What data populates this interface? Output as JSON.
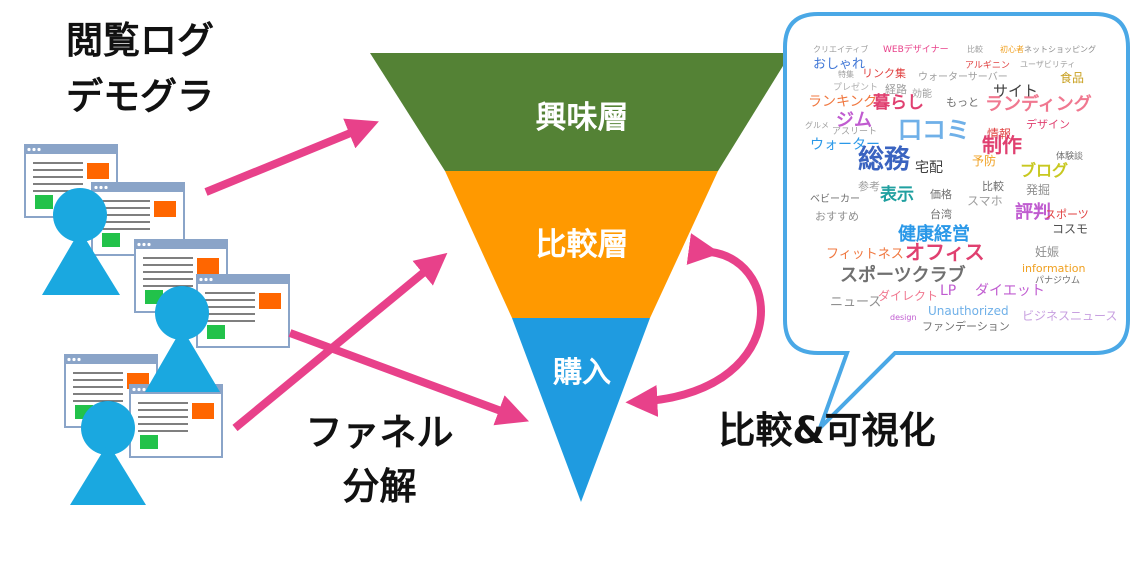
{
  "labels": {
    "top_left_line1": "閲覧ログ",
    "top_left_line2": "デモグラ",
    "funnel_decomp_line1": "ファネル",
    "funnel_decomp_line2": "分解",
    "compare_visualize": "比較&可視化"
  },
  "funnel": {
    "layers": [
      {
        "label": "興味層",
        "color": "#548235"
      },
      {
        "label": "比較層",
        "color": "#ff9900"
      },
      {
        "label": "購入",
        "color": "#1f9be0"
      }
    ]
  },
  "colors": {
    "arrow": "#e8418a",
    "cloud_border": "#4aa8e6",
    "user_icon": "#1aa8e0",
    "window_green": "#22c24a",
    "window_orange": "#ff6600",
    "window_titlebar": "#8aa4c8"
  },
  "word_cloud": {
    "words": [
      {
        "text": "クリエイティブ",
        "c": "#9e9e9e",
        "s": 8
      },
      {
        "text": "WEBデザイナー",
        "c": "#e8418a",
        "s": 9
      },
      {
        "text": "比較",
        "c": "#9e9e9e",
        "s": 8
      },
      {
        "text": "初心者",
        "c": "#f0a020",
        "s": 8
      },
      {
        "text": "ネットショッピング",
        "c": "#8a8a8a",
        "s": 8
      },
      {
        "text": "おしゃれ",
        "c": "#3f76d6",
        "s": 13
      },
      {
        "text": "アルギニン",
        "c": "#e04040",
        "s": 9
      },
      {
        "text": "ユーザビリティ",
        "c": "#9e9e9e",
        "s": 8
      },
      {
        "text": "リンク集",
        "c": "#e04040",
        "s": 11
      },
      {
        "text": "特集",
        "c": "#9e9e9e",
        "s": 8
      },
      {
        "text": "ウォーターサーバー",
        "c": "#9e9e9e",
        "s": 10
      },
      {
        "text": "食品",
        "c": "#c8a020",
        "s": 12
      },
      {
        "text": "プレゼント",
        "c": "#b0b0b0",
        "s": 9
      },
      {
        "text": "経路",
        "c": "#9e9e9e",
        "s": 11
      },
      {
        "text": "ランキング",
        "c": "#f07840",
        "s": 14
      },
      {
        "text": "暮らし",
        "c": "#e04070",
        "s": 17
      },
      {
        "text": "効能",
        "c": "#9e9e9e",
        "s": 10
      },
      {
        "text": "もっと",
        "c": "#707070",
        "s": 11
      },
      {
        "text": "サイト",
        "c": "#404040",
        "s": 15
      },
      {
        "text": "ジム",
        "c": "#c05cd0",
        "s": 18
      },
      {
        "text": "ランディング",
        "c": "#f07890",
        "s": 18
      },
      {
        "text": "グルメ",
        "c": "#9e9e9e",
        "s": 8
      },
      {
        "text": "アスリート",
        "c": "#9e9e9e",
        "s": 9
      },
      {
        "text": "口コミ",
        "c": "#6fb0e8",
        "s": 24
      },
      {
        "text": "情報",
        "c": "#e04040",
        "s": 12
      },
      {
        "text": "デザイン",
        "c": "#e04070",
        "s": 11
      },
      {
        "text": "ウォーター",
        "c": "#2a98e8",
        "s": 14
      },
      {
        "text": "制作",
        "c": "#e04070",
        "s": 20
      },
      {
        "text": "総務",
        "c": "#3a63c0",
        "s": 26
      },
      {
        "text": "宅配",
        "c": "#404040",
        "s": 14
      },
      {
        "text": "予防",
        "c": "#f0a020",
        "s": 12
      },
      {
        "text": "ブログ",
        "c": "#c8c820",
        "s": 16
      },
      {
        "text": "体験談",
        "c": "#707070",
        "s": 9
      },
      {
        "text": "参考",
        "c": "#9e9e9e",
        "s": 11
      },
      {
        "text": "比較",
        "c": "#707070",
        "s": 11
      },
      {
        "text": "発掘",
        "c": "#909090",
        "s": 12
      },
      {
        "text": "表示",
        "c": "#20a0a0",
        "s": 17
      },
      {
        "text": "価格",
        "c": "#707070",
        "s": 11
      },
      {
        "text": "スマホ",
        "c": "#9e9e9e",
        "s": 12
      },
      {
        "text": "ベビーカー",
        "c": "#707070",
        "s": 10
      },
      {
        "text": "おすすめ",
        "c": "#909090",
        "s": 11
      },
      {
        "text": "台湾",
        "c": "#707070",
        "s": 11
      },
      {
        "text": "評判",
        "c": "#c05cd0",
        "s": 18
      },
      {
        "text": "スポーツ",
        "c": "#e04040",
        "s": 11
      },
      {
        "text": "健康経営",
        "c": "#2a98e8",
        "s": 18
      },
      {
        "text": "コスモ",
        "c": "#505050",
        "s": 12
      },
      {
        "text": "フィットネス",
        "c": "#f07840",
        "s": 13
      },
      {
        "text": "オフィス",
        "c": "#e04070",
        "s": 20
      },
      {
        "text": "妊娠",
        "c": "#909090",
        "s": 12
      },
      {
        "text": "information",
        "c": "#f0a020",
        "s": 11
      },
      {
        "text": "スポーツクラブ",
        "c": "#707070",
        "s": 18
      },
      {
        "text": "ダイエット",
        "c": "#c05cd0",
        "s": 14
      },
      {
        "text": "LP",
        "c": "#c05cd0",
        "s": 14
      },
      {
        "text": "ダイレクト",
        "c": "#f07890",
        "s": 12
      },
      {
        "text": "ニュース",
        "c": "#909090",
        "s": 13
      },
      {
        "text": "Unauthorized",
        "c": "#6fb0e8",
        "s": 12
      },
      {
        "text": "ビジネスニュース",
        "c": "#c8a0e0",
        "s": 12
      },
      {
        "text": "ファンデーション",
        "c": "#707070",
        "s": 11
      },
      {
        "text": "パナジウム",
        "c": "#707070",
        "s": 9
      },
      {
        "text": "design",
        "c": "#c05cd0",
        "s": 8
      }
    ]
  }
}
